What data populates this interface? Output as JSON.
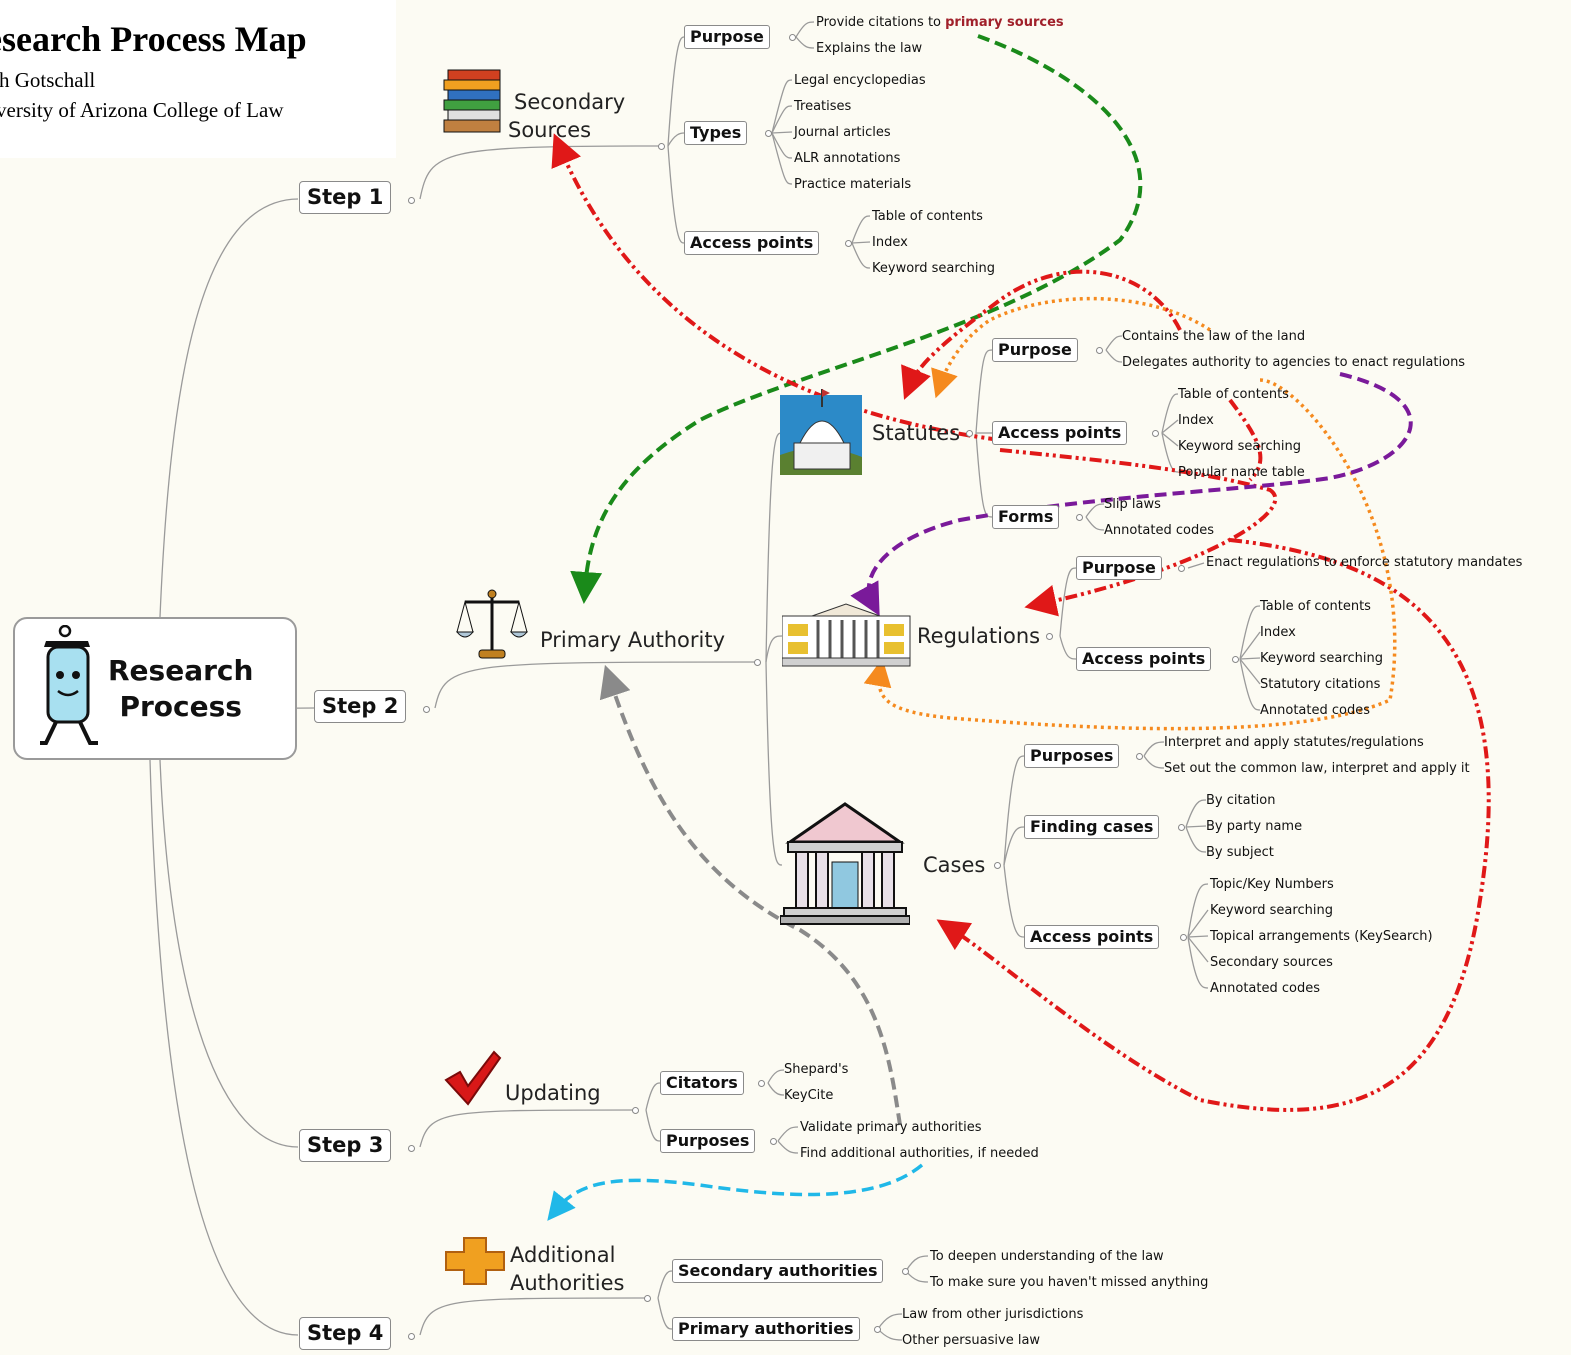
{
  "header": {
    "title": "esearch Process Map",
    "author": "h Gotschall",
    "affiliation": "versity of Arizona College of Law"
  },
  "center": {
    "line1": "Research",
    "line2": "Process"
  },
  "steps": [
    "Step 1",
    "Step 2",
    "Step 3",
    "Step 4"
  ],
  "step1": {
    "topic_line1": "Secondary",
    "topic_line2": "Sources",
    "purpose_label": "Purpose",
    "purpose_items": [
      "Provide citations to ",
      "primary sources",
      "Explains the law"
    ],
    "types_label": "Types",
    "types_items": [
      "Legal encyclopedias",
      "Treatises",
      "Journal articles",
      "ALR annotations",
      "Practice materials"
    ],
    "access_label": "Access points",
    "access_items": [
      "Table of contents",
      "Index",
      "Keyword searching"
    ]
  },
  "step2": {
    "topic": "Primary Authority",
    "statutes": {
      "label": "Statutes",
      "purpose_label": "Purpose",
      "purpose_items": [
        "Contains the law of the land",
        "Delegates authority to agencies to enact regulations"
      ],
      "access_label": "Access points",
      "access_items": [
        "Table of contents",
        "Index",
        "Keyword searching",
        "Popular name table"
      ],
      "forms_label": "Forms",
      "forms_items": [
        "Slip laws",
        "Annotated codes"
      ]
    },
    "regulations": {
      "label": "Regulations",
      "purpose_label": "Purpose",
      "purpose_items": [
        "Enact regulations to enforce statutory mandates"
      ],
      "access_label": "Access points",
      "access_items": [
        "Table of contents",
        "Index",
        "Keyword searching",
        "Statutory citations",
        "Annotated codes"
      ]
    },
    "cases": {
      "label": "Cases",
      "purposes_label": "Purposes",
      "purposes_items": [
        "Interpret and apply statutes/regulations",
        "Set out the common law, interpret and apply it"
      ],
      "finding_label": "Finding cases",
      "finding_items": [
        "By citation",
        "By party name",
        "By subject"
      ],
      "access_label": "Access points",
      "access_items": [
        "Topic/Key Numbers",
        "Keyword searching",
        "Topical arrangements (KeySearch)",
        "Secondary sources",
        "Annotated codes"
      ]
    }
  },
  "step3": {
    "topic": "Updating",
    "citators_label": "Citators",
    "citators_items": [
      "Shepard's",
      "KeyCite"
    ],
    "purposes_label": "Purposes",
    "purposes_items": [
      "Validate primary authorities",
      "Find additional authorities, if needed"
    ]
  },
  "step4": {
    "topic_line1": "Additional",
    "topic_line2": "Authorities",
    "secondary_label": "Secondary authorities",
    "secondary_items": [
      "To deepen understanding of the law",
      "To make sure you haven't missed anything"
    ],
    "primary_label": "Primary authorities",
    "primary_items": [
      "Law from other jurisdictions",
      "Other persuasive law"
    ]
  },
  "colors": {
    "green_arrow": "#1a8a1a",
    "red_arrow": "#e01818",
    "orange_arrow": "#f58a1e",
    "purple_arrow": "#7a1a9a",
    "gray_arrow": "#8a8a8a",
    "blue_arrow": "#20b8e8",
    "highlight": "#a0202a"
  }
}
